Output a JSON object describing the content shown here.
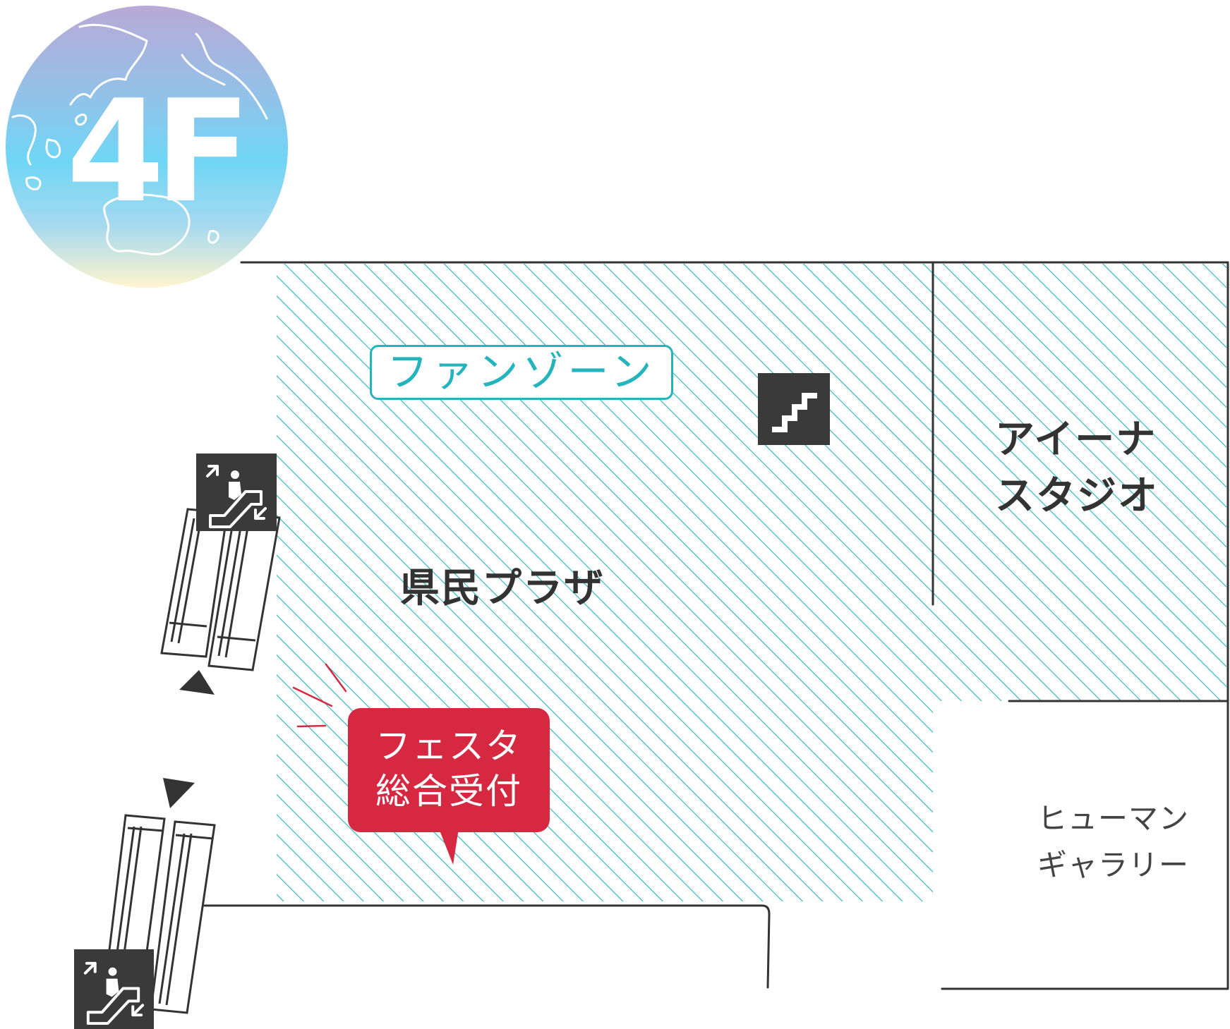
{
  "floor": {
    "label": "4F"
  },
  "areas": {
    "fan_zone": "ファンゾーン",
    "kenmin_plaza": "県民プラザ",
    "aina_studio": "アイーナ\nスタジオ",
    "human_gallery": "ヒューマン\nギャラリー"
  },
  "reception": {
    "label": "フェスタ\n総合受付"
  },
  "icons": {
    "stairs": "stairs-icon",
    "escalator": "escalator-icon",
    "direction": "triangle-arrow-icon"
  },
  "colors": {
    "hatch": "#23b4bd",
    "reception": "#d62941",
    "icon_bg": "#3a3a3a",
    "walls": "#333333"
  }
}
